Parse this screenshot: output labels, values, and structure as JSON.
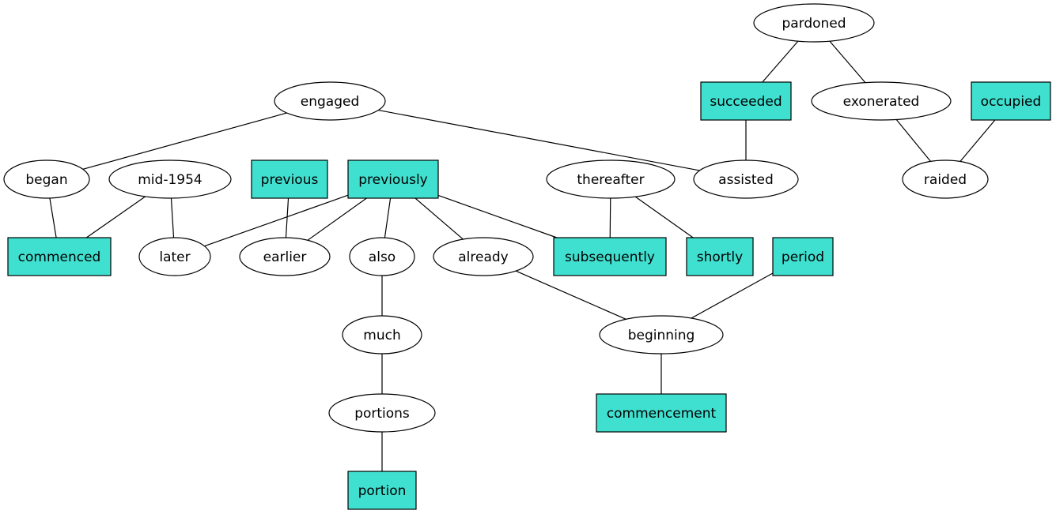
{
  "colors": {
    "box_fill": "#40e0d0",
    "ellipse_fill": "#ffffff",
    "stroke": "#000000"
  },
  "nodes": [
    {
      "id": "pardoned",
      "label": "pardoned",
      "shape": "ellipse"
    },
    {
      "id": "succeeded",
      "label": "succeeded",
      "shape": "box"
    },
    {
      "id": "exonerated",
      "label": "exonerated",
      "shape": "ellipse"
    },
    {
      "id": "occupied",
      "label": "occupied",
      "shape": "box"
    },
    {
      "id": "engaged",
      "label": "engaged",
      "shape": "ellipse"
    },
    {
      "id": "began",
      "label": "began",
      "shape": "ellipse"
    },
    {
      "id": "mid1954",
      "label": "mid-1954",
      "shape": "ellipse"
    },
    {
      "id": "previous",
      "label": "previous",
      "shape": "box"
    },
    {
      "id": "previously",
      "label": "previously",
      "shape": "box"
    },
    {
      "id": "thereafter",
      "label": "thereafter",
      "shape": "ellipse"
    },
    {
      "id": "assisted",
      "label": "assisted",
      "shape": "ellipse"
    },
    {
      "id": "raided",
      "label": "raided",
      "shape": "ellipse"
    },
    {
      "id": "commenced",
      "label": "commenced",
      "shape": "box"
    },
    {
      "id": "later",
      "label": "later",
      "shape": "ellipse"
    },
    {
      "id": "earlier",
      "label": "earlier",
      "shape": "ellipse"
    },
    {
      "id": "also",
      "label": "also",
      "shape": "ellipse"
    },
    {
      "id": "already",
      "label": "already",
      "shape": "ellipse"
    },
    {
      "id": "subsequently",
      "label": "subsequently",
      "shape": "box"
    },
    {
      "id": "shortly",
      "label": "shortly",
      "shape": "box"
    },
    {
      "id": "period",
      "label": "period",
      "shape": "box"
    },
    {
      "id": "much",
      "label": "much",
      "shape": "ellipse"
    },
    {
      "id": "beginning",
      "label": "beginning",
      "shape": "ellipse"
    },
    {
      "id": "portions",
      "label": "portions",
      "shape": "ellipse"
    },
    {
      "id": "commencement",
      "label": "commencement",
      "shape": "box"
    },
    {
      "id": "portion",
      "label": "portion",
      "shape": "box"
    }
  ],
  "edges": [
    [
      "pardoned",
      "succeeded"
    ],
    [
      "pardoned",
      "exonerated"
    ],
    [
      "succeeded",
      "assisted"
    ],
    [
      "exonerated",
      "raided"
    ],
    [
      "occupied",
      "raided"
    ],
    [
      "engaged",
      "began"
    ],
    [
      "engaged",
      "assisted"
    ],
    [
      "began",
      "commenced"
    ],
    [
      "mid1954",
      "commenced"
    ],
    [
      "mid1954",
      "later"
    ],
    [
      "previous",
      "earlier"
    ],
    [
      "previously",
      "later"
    ],
    [
      "previously",
      "earlier"
    ],
    [
      "previously",
      "also"
    ],
    [
      "previously",
      "already"
    ],
    [
      "previously",
      "subsequently"
    ],
    [
      "thereafter",
      "subsequently"
    ],
    [
      "thereafter",
      "shortly"
    ],
    [
      "also",
      "much"
    ],
    [
      "already",
      "beginning"
    ],
    [
      "period",
      "beginning"
    ],
    [
      "much",
      "portions"
    ],
    [
      "beginning",
      "commencement"
    ],
    [
      "portions",
      "portion"
    ]
  ]
}
